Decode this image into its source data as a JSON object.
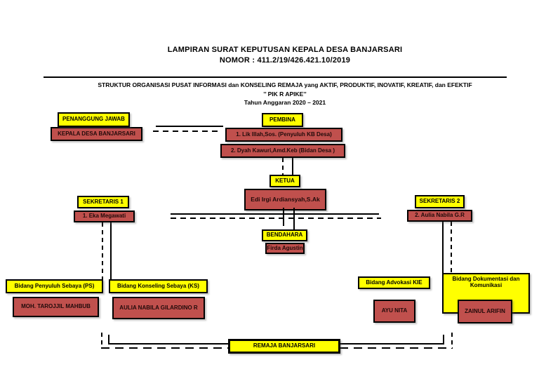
{
  "header": {
    "line1": "LAMPIRAN SURAT KEPUTUSAN KEPALA DESA BANJARSARI",
    "line2": "NOMOR : 411.2/19/426.421.10/2019",
    "subtitle1": "STRUKTUR ORGANISASI PUSAT INFORMASI dan KONSELING REMAJA yang AKTIF, PRODUKTIF, INOVATIF, KREATIF, dan EFEKTIF",
    "subtitle2": "’’ PIK R APIKE’’",
    "subtitle3": "Tahun Anggaran 2020 – 2021"
  },
  "colors": {
    "role_fill": "#ffff00",
    "person_fill": "#c0504d",
    "border": "#000000"
  },
  "nodes": {
    "penanggung_jawab": {
      "role": "PENANGGUNG JAWAB",
      "person": "KEPALA DESA BANJARSARI"
    },
    "pembina": {
      "role": "PEMBINA",
      "person1": "1. Lik Illah,Sos. (Penyuluh KB Desa)",
      "person2": "2. Dyah Kawuri,Amd.Keb (Bidan Desa )"
    },
    "ketua": {
      "role": "KETUA",
      "person": "Edi Irgi Ardiansyah,S.Ak"
    },
    "sekretaris1": {
      "role": "SEKRETARIS 1",
      "person": "1. Eka Megawati"
    },
    "sekretaris2": {
      "role": "SEKRETARIS 2",
      "person": "2. Aulia Nabila G.R"
    },
    "bendahara": {
      "role": "BENDAHARA",
      "person": "Firda Agustin"
    },
    "bidang_penyuluh_sebaya": {
      "role": "Bidang Penyuluh Sebaya (PS)",
      "person": "MOH. TAROJJIL MAHBUB"
    },
    "bidang_konseling_sebaya": {
      "role": "Bidang Konseling Sebaya (KS)",
      "person": "AULIA NABILA GILARDINO R"
    },
    "bidang_advokasi_kie": {
      "role": "Bidang Advokasi  KIE",
      "person": "AYU NITA"
    },
    "bidang_dokumentasi": {
      "role": "Bidang Dokumentasi dan Komunikasi",
      "person": "ZAINUL ARIFIN"
    },
    "remaja": {
      "role": "REMAJA BANJARSARI"
    }
  }
}
